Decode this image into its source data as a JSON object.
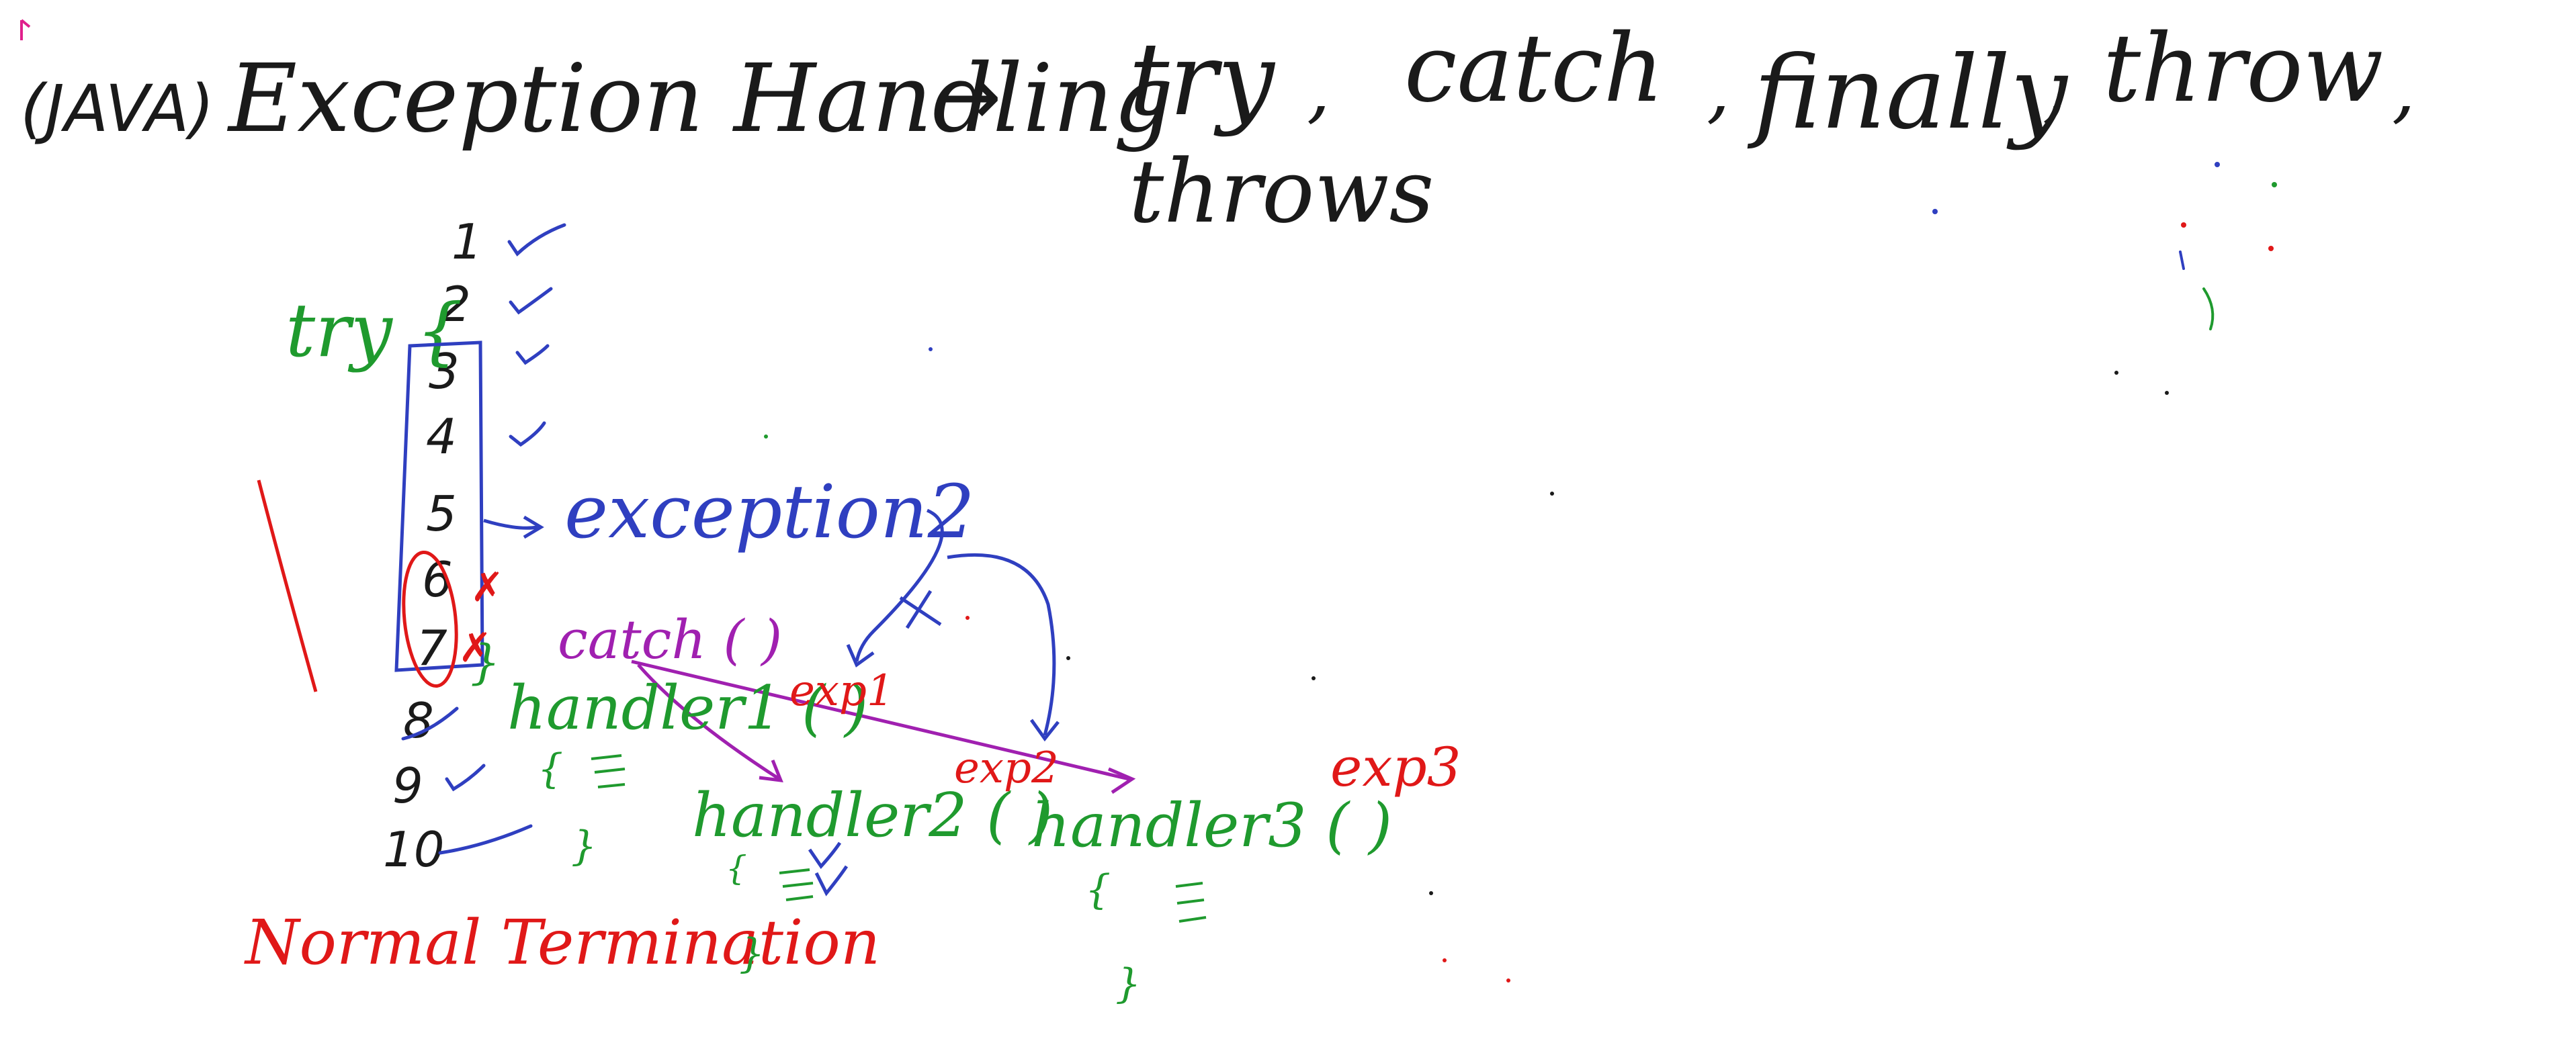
{
  "colors": {
    "black": "#1a1a1a",
    "blue": "#2f3fc0",
    "green": "#1f9a2e",
    "red": "#e01818",
    "purple": "#a020b0"
  },
  "title": {
    "lang": "(JAVA)",
    "heading": "Exception Handling",
    "arrow": "→",
    "keywords": [
      "try",
      "catch",
      "finally",
      "throw",
      "throws"
    ]
  },
  "code_lines": [
    "1",
    "2",
    "3",
    "4",
    "5",
    "6",
    "7",
    "8",
    "9",
    "10"
  ],
  "try_label": "try {",
  "try_close": "}",
  "exception_label": "exception2",
  "catch_label": "catch ( )",
  "handlers": [
    {
      "name": "handler1 ( )",
      "exp": "exp1"
    },
    {
      "name": "handler2 ( )",
      "exp": "exp2"
    },
    {
      "name": "handler3 ( )",
      "exp": "exp3"
    }
  ],
  "brace_open": "{",
  "brace_close": "}",
  "normal_termination": "Normal Termination",
  "marks": {
    "check": "✓",
    "cross": "✗"
  }
}
